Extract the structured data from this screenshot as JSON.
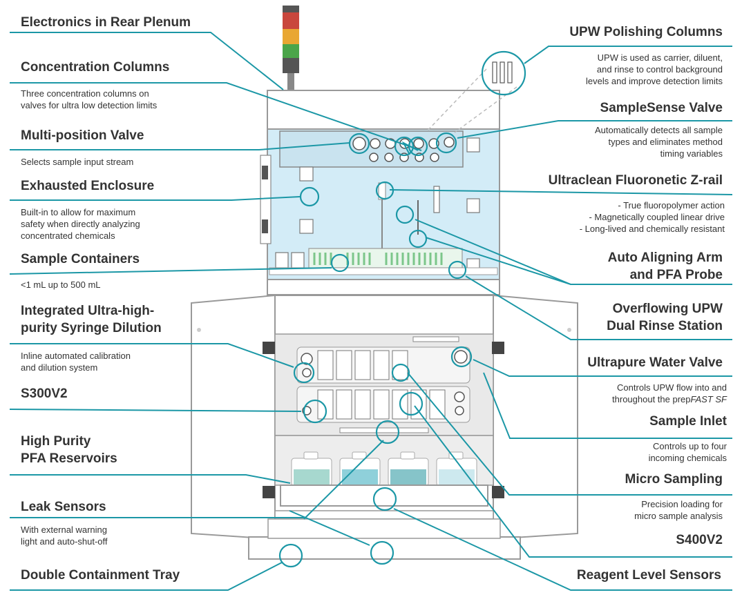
{
  "colors": {
    "accent": "#1b97a6",
    "enclosure_tint": "#d3ecf7",
    "frame": "#999999",
    "light_red": "#c9473d",
    "light_amber": "#e9a733",
    "light_green": "#4ba54a"
  },
  "left": [
    {
      "title": "Electronics in Rear Plenum",
      "desc": ""
    },
    {
      "title": "Concentration Columns",
      "desc": "Three concentration columns on\nvalves for ultra low detection limits"
    },
    {
      "title": "Multi-position Valve",
      "desc": "Selects sample input stream"
    },
    {
      "title": "Exhausted Enclosure",
      "desc": "Built-in to allow for maximum\nsafety when directly analyzing\nconcentrated chemicals"
    },
    {
      "title": "Sample Containers",
      "desc": "<1 mL up to 500 mL"
    },
    {
      "title": "Integrated Ultra-high-\npurity Syringe Dilution",
      "desc": "Inline automated calibration\nand dilution system"
    },
    {
      "title": "S300V2",
      "desc": ""
    },
    {
      "title": "High Purity\nPFA Reservoirs",
      "desc": ""
    },
    {
      "title": "Leak Sensors",
      "desc": "With external warning\nlight and auto-shut-off"
    },
    {
      "title": "Double Containment Tray",
      "desc": ""
    }
  ],
  "right": [
    {
      "title": "UPW Polishing Columns",
      "desc": "UPW is used as carrier, diluent,\nand rinse to control background\nlevels and improve detection limits"
    },
    {
      "title": "SampleSense Valve",
      "desc": "Automatically detects all sample\ntypes and eliminates method\ntiming variables"
    },
    {
      "title": "Ultraclean Fluoronetic Z-rail",
      "desc": "- True fluoropolymer action\n- Magnetically coupled linear drive\n- Long-lived and chemically resistant"
    },
    {
      "title": "Auto Aligning Arm\nand PFA Probe",
      "desc": ""
    },
    {
      "title": "Overflowing UPW\nDual Rinse Station",
      "desc": ""
    },
    {
      "title": "Ultrapure Water Valve",
      "desc": "Controls UPW flow into and",
      "desc2": "throughout the prep",
      "desc2_italic": "FAST SF"
    },
    {
      "title": "Sample Inlet",
      "desc": "Controls up to four\nincoming chemicals"
    },
    {
      "title": "Micro Sampling",
      "desc": "Precision loading for\nmicro sample analysis"
    },
    {
      "title": "S400V2",
      "desc": ""
    },
    {
      "title": "Reagent Level Sensors",
      "desc": ""
    }
  ],
  "reservoir_colors": [
    "#a7d8cf",
    "#8fd0da",
    "#86c4c9",
    "#cde9ef"
  ]
}
